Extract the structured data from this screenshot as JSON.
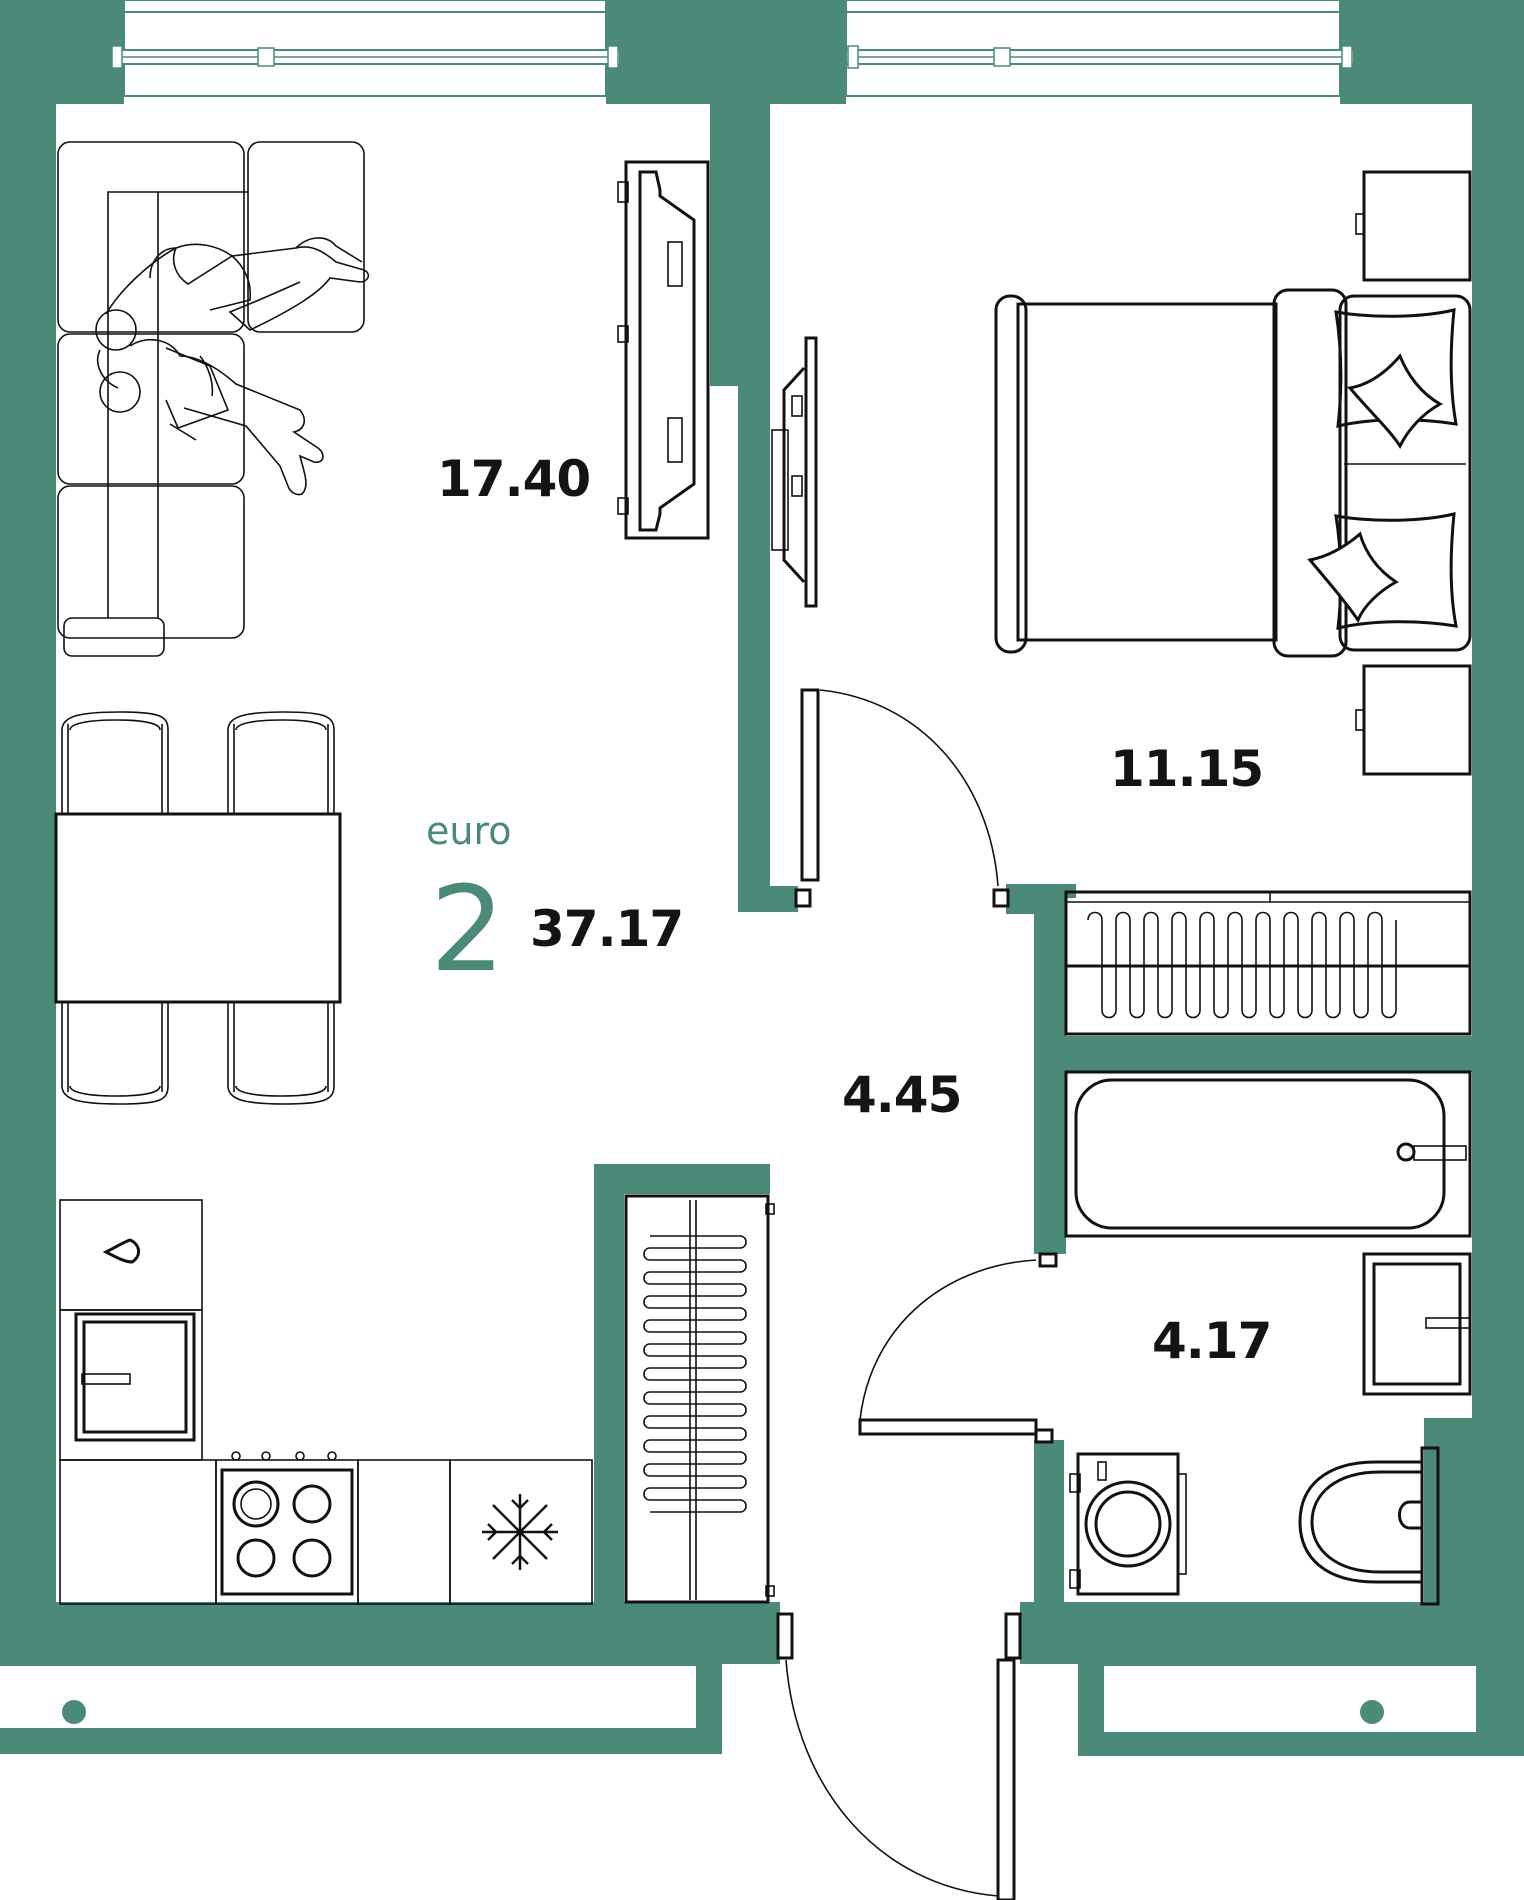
{
  "plan": {
    "type_label": "euro",
    "rooms_count": "2",
    "total_area": "37.17",
    "areas": {
      "living_kitchen": "17.40",
      "bedroom": "11.15",
      "hallway": "4.45",
      "bathroom": "4.17"
    },
    "colors": {
      "wall": "#4b8979",
      "lines": "#111111",
      "background": "#ffffff"
    },
    "icons": [
      "sofa-icon",
      "people-icon",
      "tv-stand-icon",
      "dining-table-icon",
      "chair-icon",
      "kitchen-sink-icon",
      "oven-icon",
      "stove-icon",
      "fridge-icon",
      "wardrobe-icon",
      "bed-icon",
      "pillow-icon",
      "nightstand-icon",
      "bathtub-icon",
      "washbasin-icon",
      "washing-machine-icon",
      "toilet-icon",
      "door-icon",
      "window-icon"
    ]
  }
}
